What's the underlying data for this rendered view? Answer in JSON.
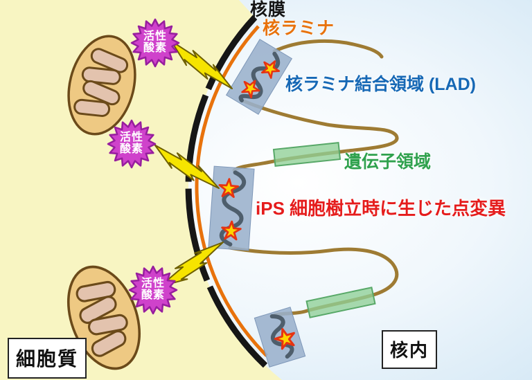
{
  "labels": {
    "nuclear_membrane": "核膜",
    "nuclear_lamina": "核ラミナ",
    "lad_region": "核ラミナ結合領域 (LAD)",
    "gene_region": "遺伝子領域",
    "point_mutation": "iPS 細胞樹立時に生じた点変異",
    "cytoplasm": "細胞質",
    "nucleus_interior": "核内"
  },
  "ros": {
    "line1": "活性",
    "line2": "酸素"
  },
  "colors": {
    "cytoplasm_bg": "#f8f5c2",
    "nucleus_bg": "#d6e9f6",
    "membrane_black": "#161616",
    "lamina_orange": "#e8720c",
    "chromatin_fiber": "#9e7b33",
    "lad_box_fill": "#9ab0cc",
    "heterochromatin": "#4e5e6c",
    "gene_region_fill": "#8fcf96",
    "mutation_star_fill": "#ffd400",
    "mutation_star_outline": "#e63312",
    "ros_burst_fill": "#cf42cb",
    "ros_burst_outline": "#971e9e",
    "lightning_yellow": "#f6e400",
    "mitochondrion_fill": "#eec983",
    "label_blue": "#1668b5",
    "label_green": "#2fa14d",
    "label_red": "#e51c1c"
  }
}
